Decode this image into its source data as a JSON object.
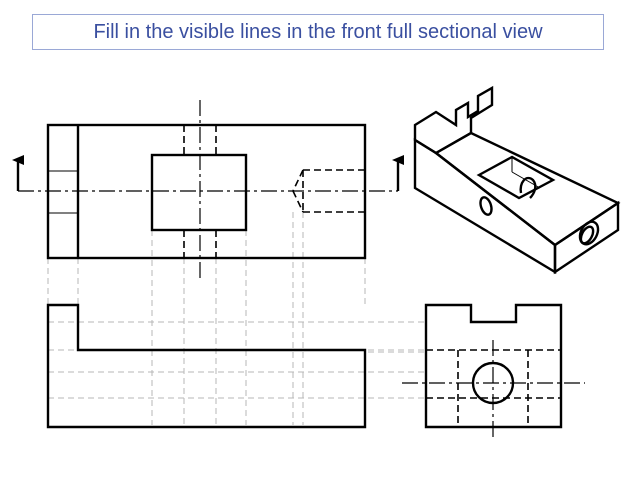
{
  "title": {
    "text": "Fill in the visible lines in the front full sectional view",
    "border_color": "#9aa8d6",
    "text_color": "#3a4fa0"
  },
  "drawing": {
    "views": [
      "top-view",
      "front-view-section",
      "side-view",
      "isometric-view"
    ],
    "line_color": "#000000",
    "projection_line_color": "#b7b7b7"
  }
}
